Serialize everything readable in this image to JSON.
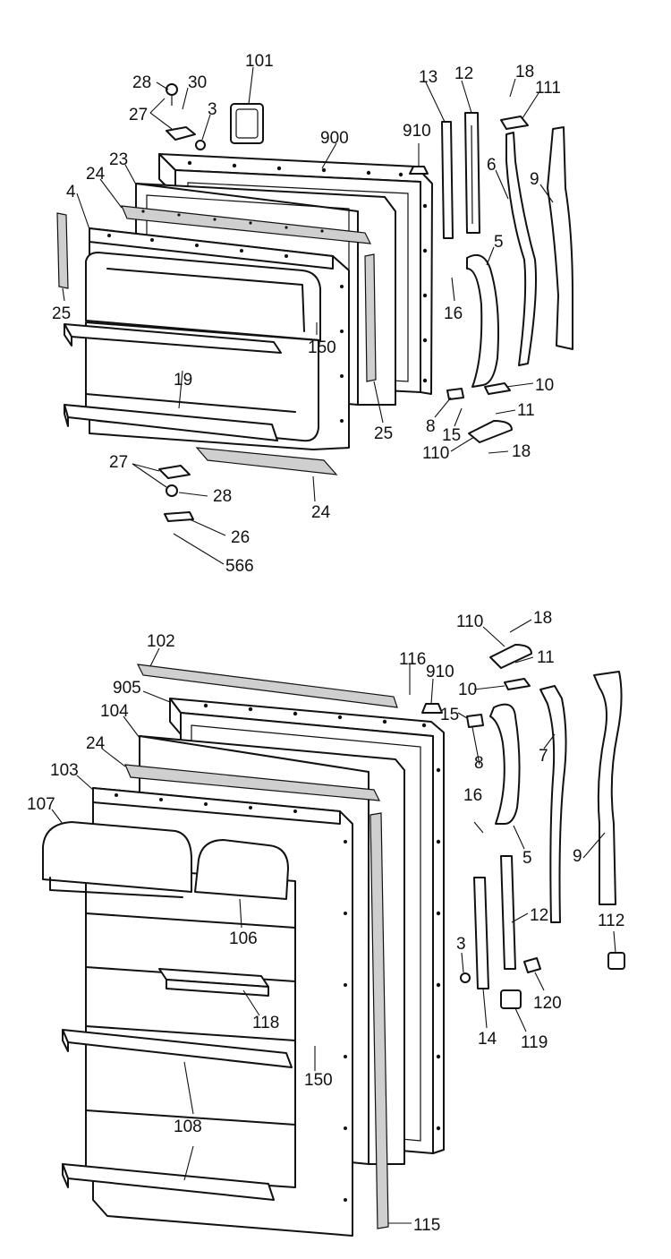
{
  "top_door": {
    "labels": [
      {
        "id": "p28a",
        "text": "28"
      },
      {
        "id": "p30",
        "text": "30"
      },
      {
        "id": "p101",
        "text": "101"
      },
      {
        "id": "p27a",
        "text": "27"
      },
      {
        "id": "p3a",
        "text": "3"
      },
      {
        "id": "p900",
        "text": "900"
      },
      {
        "id": "p910a",
        "text": "910"
      },
      {
        "id": "p13",
        "text": "13"
      },
      {
        "id": "p12a",
        "text": "12"
      },
      {
        "id": "p18a",
        "text": "18"
      },
      {
        "id": "p111",
        "text": "111"
      },
      {
        "id": "p23",
        "text": "23"
      },
      {
        "id": "p24a",
        "text": "24"
      },
      {
        "id": "p6",
        "text": "6"
      },
      {
        "id": "p9a",
        "text": "9"
      },
      {
        "id": "p4",
        "text": "4"
      },
      {
        "id": "p5a",
        "text": "5"
      },
      {
        "id": "p16a",
        "text": "16"
      },
      {
        "id": "p25a",
        "text": "25"
      },
      {
        "id": "p150a",
        "text": "150"
      },
      {
        "id": "p19",
        "text": "19"
      },
      {
        "id": "p10a",
        "text": "10"
      },
      {
        "id": "p25b",
        "text": "25"
      },
      {
        "id": "p8a",
        "text": "8"
      },
      {
        "id": "p15a",
        "text": "15"
      },
      {
        "id": "p11a",
        "text": "11"
      },
      {
        "id": "p110a",
        "text": "110"
      },
      {
        "id": "p18b",
        "text": "18"
      },
      {
        "id": "p27b",
        "text": "27"
      },
      {
        "id": "p28b",
        "text": "28"
      },
      {
        "id": "p24b",
        "text": "24"
      },
      {
        "id": "p26",
        "text": "26"
      },
      {
        "id": "p566",
        "text": "566"
      }
    ]
  },
  "bottom_door": {
    "labels": [
      {
        "id": "p102",
        "text": "102"
      },
      {
        "id": "p110b",
        "text": "110"
      },
      {
        "id": "p18c",
        "text": "18"
      },
      {
        "id": "p116",
        "text": "116"
      },
      {
        "id": "p910b",
        "text": "910"
      },
      {
        "id": "p11b",
        "text": "11"
      },
      {
        "id": "p905",
        "text": "905"
      },
      {
        "id": "p10b",
        "text": "10"
      },
      {
        "id": "p15b",
        "text": "15"
      },
      {
        "id": "p104",
        "text": "104"
      },
      {
        "id": "p7",
        "text": "7"
      },
      {
        "id": "p24c",
        "text": "24"
      },
      {
        "id": "p8b",
        "text": "8"
      },
      {
        "id": "p103",
        "text": "103"
      },
      {
        "id": "p107",
        "text": "107"
      },
      {
        "id": "p16b",
        "text": "16"
      },
      {
        "id": "p5b",
        "text": "5"
      },
      {
        "id": "p9b",
        "text": "9"
      },
      {
        "id": "p106",
        "text": "106"
      },
      {
        "id": "p12b",
        "text": "12"
      },
      {
        "id": "p112",
        "text": "112"
      },
      {
        "id": "p3b",
        "text": "3"
      },
      {
        "id": "p120",
        "text": "120"
      },
      {
        "id": "p118",
        "text": "118"
      },
      {
        "id": "p14",
        "text": "14"
      },
      {
        "id": "p119",
        "text": "119"
      },
      {
        "id": "p150b",
        "text": "150"
      },
      {
        "id": "p108",
        "text": "108"
      },
      {
        "id": "p115",
        "text": "115"
      }
    ]
  }
}
